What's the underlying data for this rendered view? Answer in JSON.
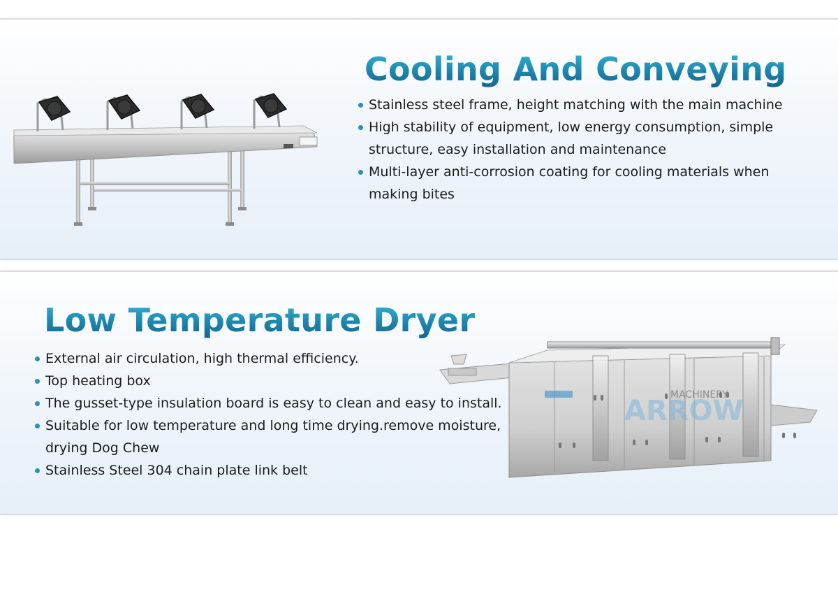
{
  "cooling": {
    "title": "Cooling And Conveying",
    "bullets": [
      "Stainless steel frame, height matching with the main machine",
      "High stability of equipment, low energy consumption, simple structure, easy installation and maintenance",
      "Multi-layer anti-corrosion coating for cooling materials when making bites"
    ],
    "image_icon": "cooling-conveyor-machine-icon"
  },
  "dryer": {
    "title": "Low Temperature Dryer",
    "bullets": [
      "External air circulation, high thermal efficiency.",
      "Top heating box",
      "The gusset-type insulation board is easy to clean and easy to install.",
      "Suitable for low temperature and long time drying.remove moisture, drying Dog Chew",
      "Stainless Steel 304 chain plate link belt"
    ],
    "image_icon": "low-temperature-dryer-machine-icon",
    "watermark": {
      "main": "ARROW",
      "sub": "MACHINERY"
    }
  },
  "colors": {
    "title_gradient_top": "#34b6d6",
    "title_gradient_bottom": "#15638c",
    "bullet_dot": "#2b8fb8",
    "body_text": "#1b1b1b",
    "panel_border": "#d7dde3"
  }
}
